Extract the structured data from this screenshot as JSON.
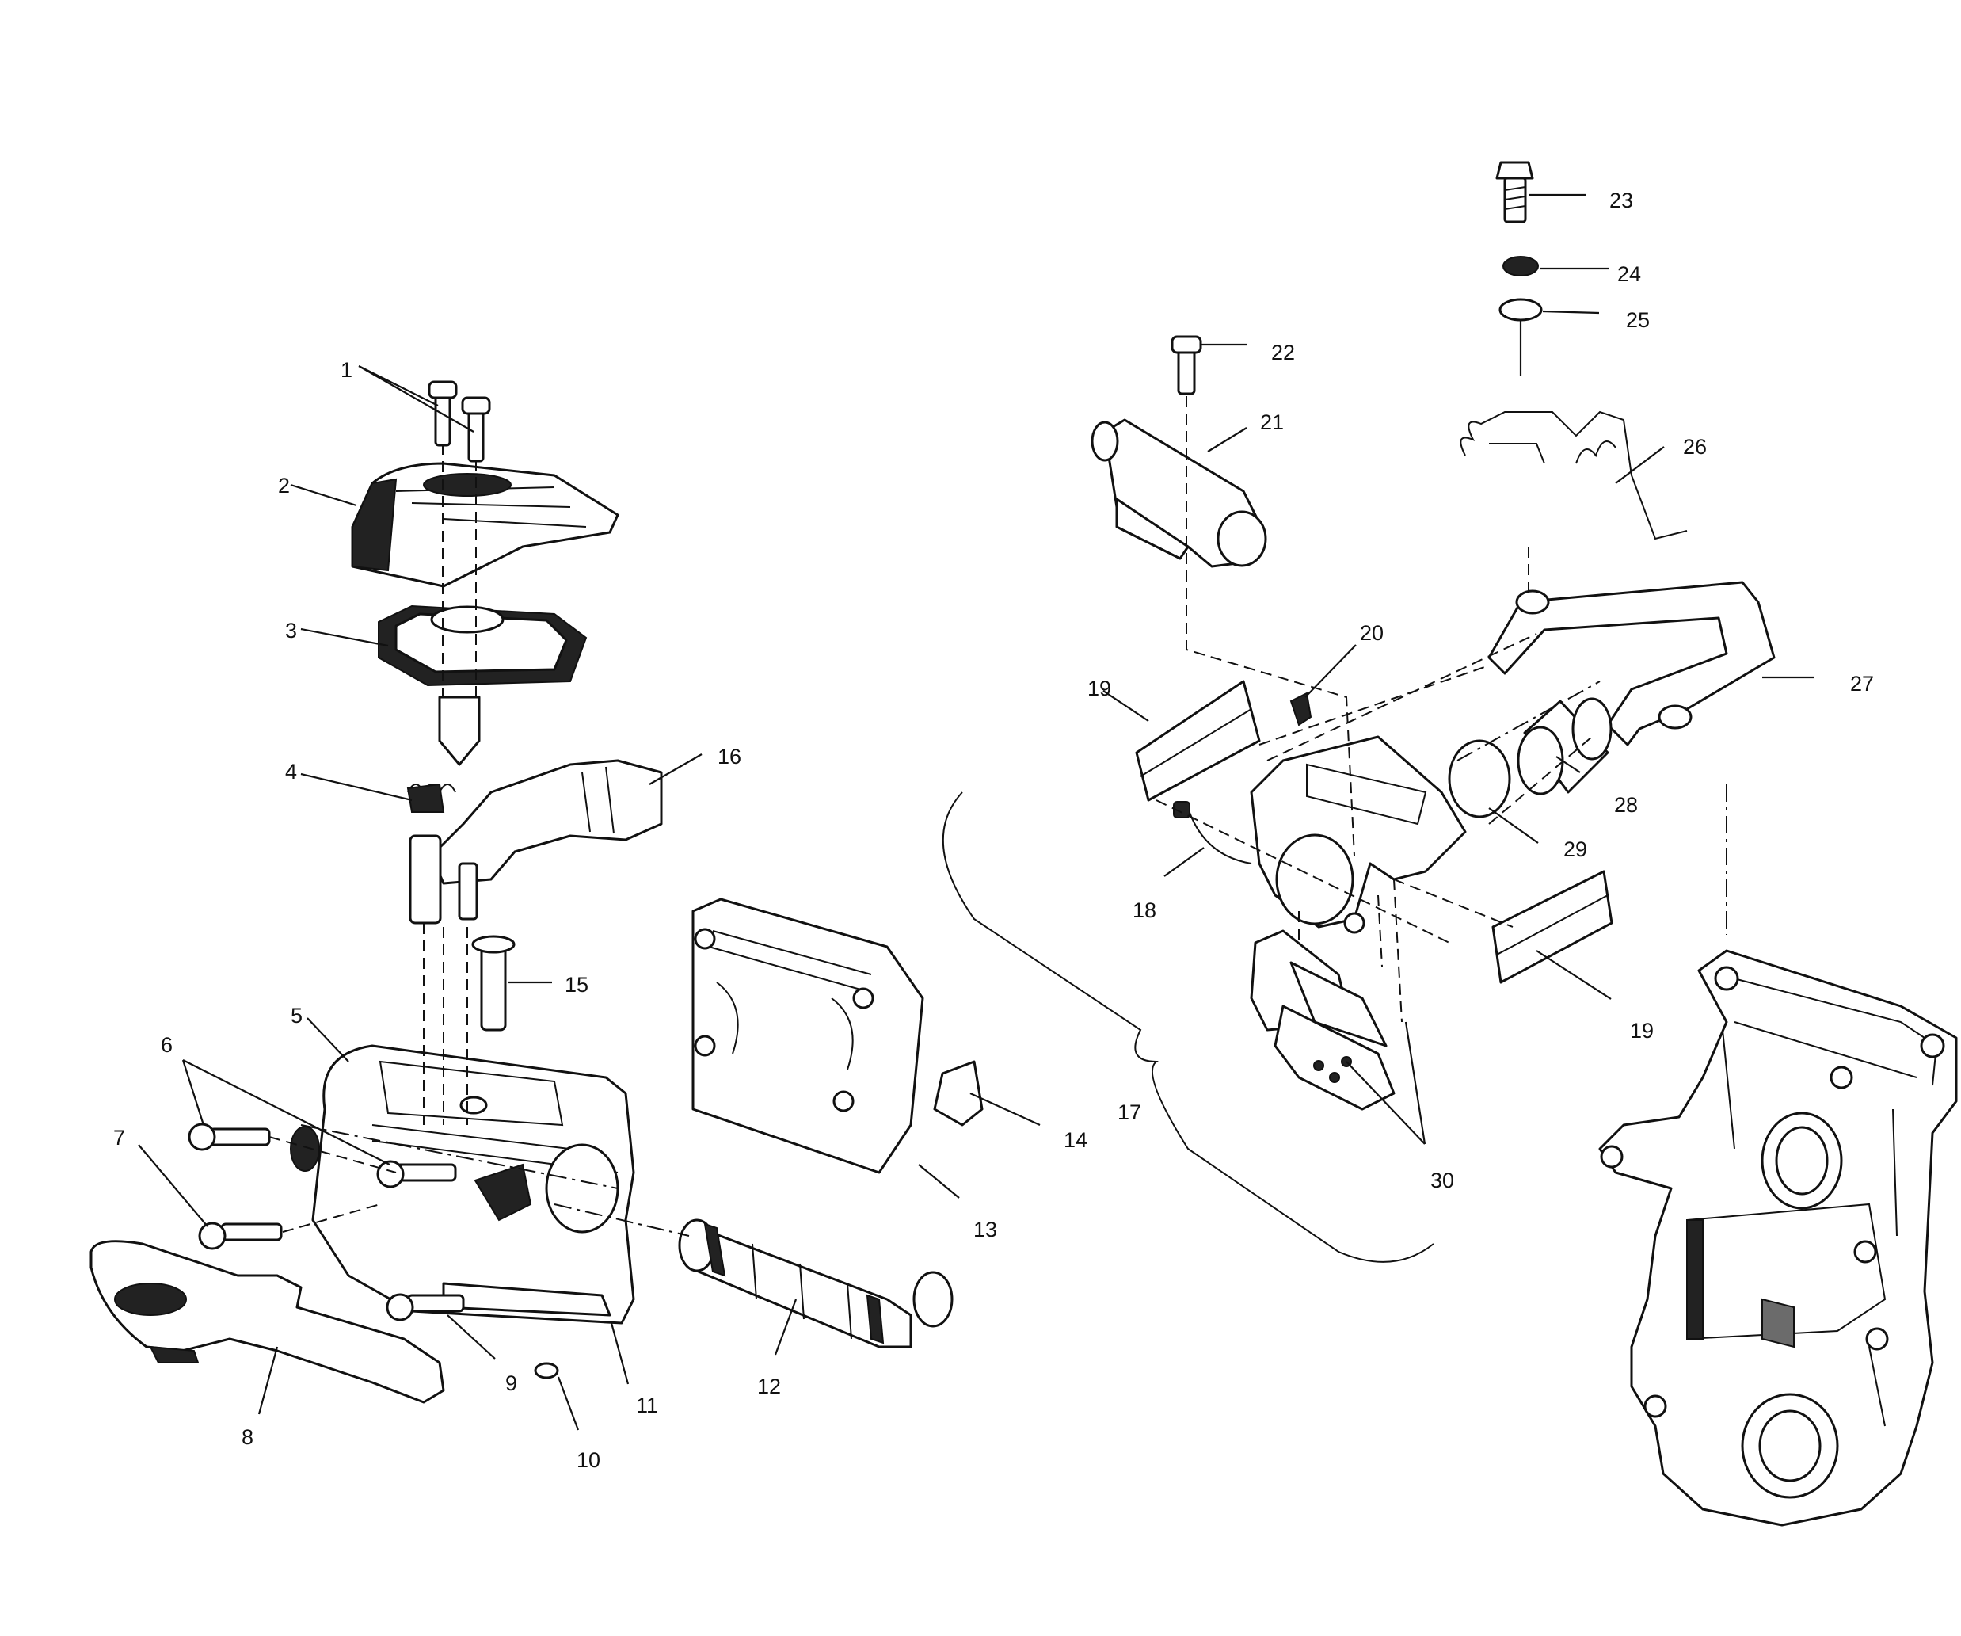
{
  "callouts": [
    "1",
    "2",
    "3",
    "4",
    "5",
    "6",
    "7",
    "8",
    "9",
    "10",
    "11",
    "12",
    "13",
    "14",
    "15",
    "16",
    "17",
    "18",
    "19",
    "19",
    "20",
    "21",
    "22",
    "23",
    "24",
    "25",
    "26",
    "27",
    "28",
    "29",
    "30"
  ]
}
